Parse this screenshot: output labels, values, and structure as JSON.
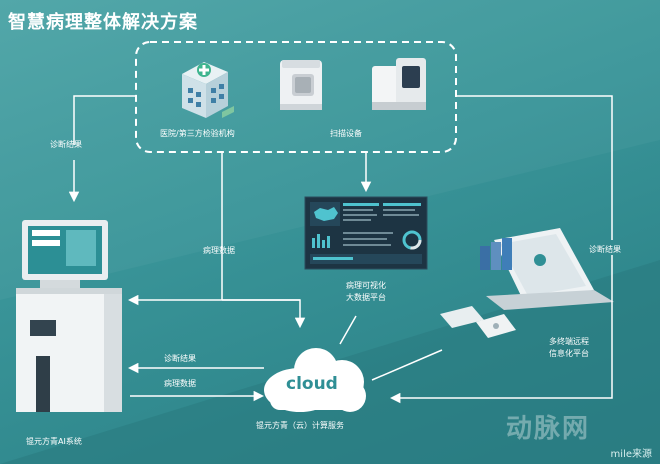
{
  "title": "智慧病理整体解决方案",
  "nodes": {
    "hospital_label": "医院/第三方检验机构",
    "scanner_label": "扫描设备",
    "ai_system_label": "锟元方青AI系统",
    "cloud_text": "cloud",
    "cloud_label": "锟元方青（云）计算服务",
    "bigdata_label_1": "病理可视化",
    "bigdata_label_2": "大数据平台",
    "multi_label_1": "多终端远程",
    "multi_label_2": "信息化平台"
  },
  "edges": {
    "diagnosis_result_left": "诊断结果",
    "pathology_data_mid": "病理数据",
    "diagnosis_result_right": "诊断结果",
    "diagnosis_result_bottom": "诊断结果",
    "pathology_data_bottom": "病理数据"
  },
  "watermark": {
    "logo": "动脉网",
    "source": "mile来源"
  },
  "colors": {
    "bg": "#3a9599",
    "arrow": "#ffffff",
    "screen": "#203748",
    "accent": "#5bd0d6"
  }
}
